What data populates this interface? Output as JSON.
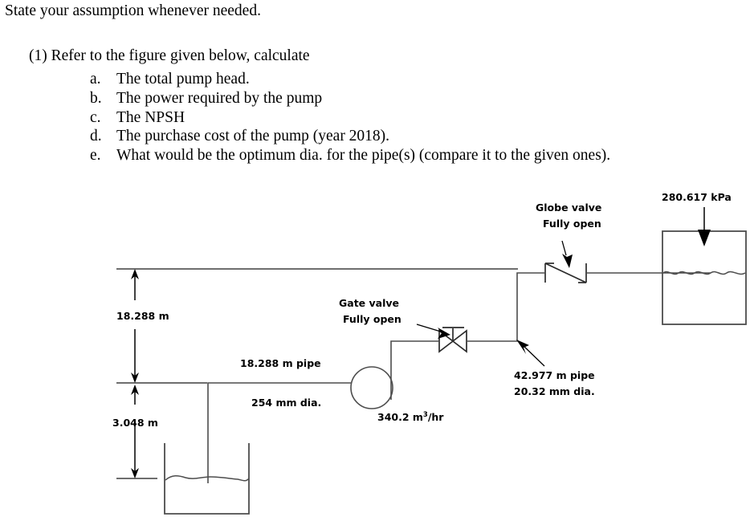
{
  "document": {
    "intro": "State your assumption whenever needed.",
    "prompt": "(1) Refer to the figure given below, calculate",
    "sub_questions": [
      {
        "marker": "a.",
        "text": "The total pump head."
      },
      {
        "marker": "b.",
        "text": "The power required by the pump"
      },
      {
        "marker": "c.",
        "text": "The NPSH"
      },
      {
        "marker": "d.",
        "text": "The purchase cost of the pump (year 2018)."
      },
      {
        "marker": "e.",
        "text": "What would be the optimum dia. for the pipe(s) (compare it to the given ones)."
      }
    ]
  },
  "diagram": {
    "labels": {
      "globe_valve_line1": "Globe valve",
      "globe_valve_line2": "Fully open",
      "gate_valve_line1": "Gate valve",
      "gate_valve_line2": "Fully open",
      "discharge_pressure": "280.617 kPa",
      "elevation_upper": "18.288 m",
      "elevation_lower": "3.048 m",
      "suction_pipe_length": "18.288 m pipe",
      "suction_pipe_diameter": "254 mm dia.",
      "discharge_pipe_length": "42.977 m pipe",
      "discharge_pipe_diameter": "20.32 mm dia.",
      "flow_rate_value": "340.2 m",
      "flow_rate_exponent": "3",
      "flow_rate_unit": "/hr"
    },
    "colors": {
      "pipe": "#4d4d4d",
      "tank": "#4d4d4d",
      "dimension": "#000000",
      "valve": "#2b2b2b",
      "text": "#000000",
      "background": "#ffffff"
    }
  }
}
